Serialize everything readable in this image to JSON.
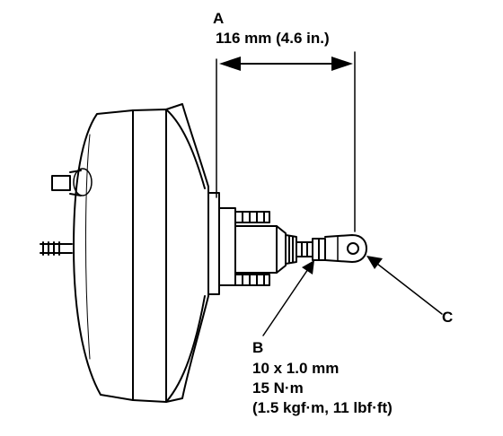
{
  "callouts": {
    "a": {
      "letter": "A",
      "dimension": "116 mm (4.6 in.)"
    },
    "b": {
      "letter": "B",
      "bolt": "10 x 1.0 mm",
      "torque": "15 N·m",
      "torque_alt": "(1.5 kgf·m, 11 lbf·ft)"
    },
    "c": {
      "letter": "C"
    }
  },
  "colors": {
    "ink": "#000000",
    "paper": "#ffffff"
  }
}
